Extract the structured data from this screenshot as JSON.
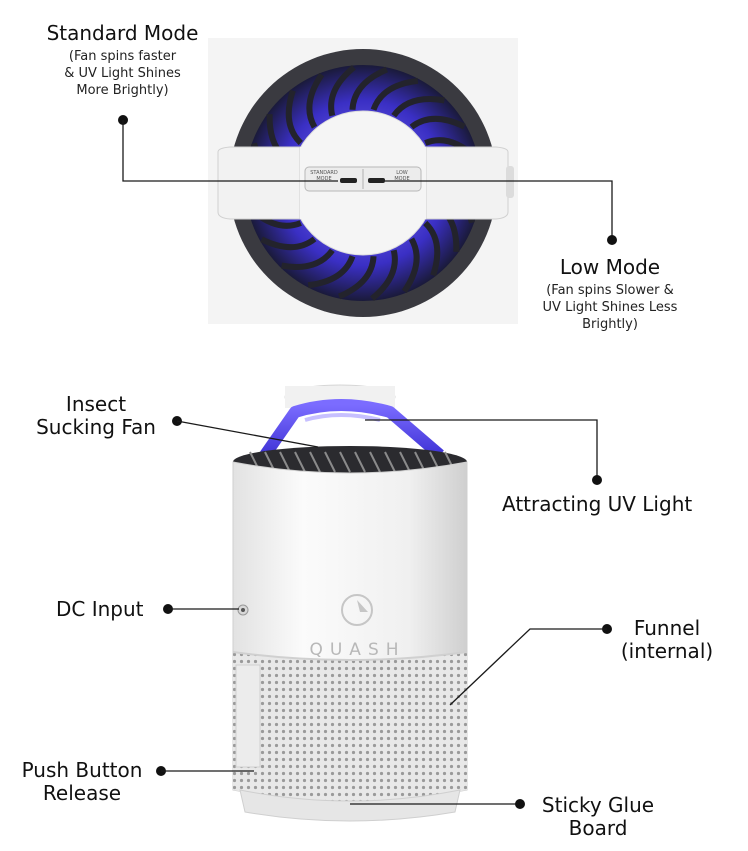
{
  "top_labels": {
    "standard_mode": {
      "title": "Standard Mode",
      "line1": "(Fan spins faster",
      "line2": "& UV Light Shines",
      "line3": "More Brightly)"
    },
    "low_mode": {
      "title": "Low Mode",
      "line1": "(Fan spins Slower &",
      "line2": "UV Light Shines Less",
      "line3": "Brightly)"
    },
    "switch_left": {
      "line1": "STANDARD",
      "line2": "MODE"
    },
    "switch_right": {
      "line1": "LOW",
      "line2": "MODE"
    }
  },
  "bottom_labels": {
    "insect_fan": {
      "line1": "Insect",
      "line2": "Sucking Fan"
    },
    "uv_light": "Attracting UV Light",
    "dc_input": "DC Input",
    "funnel": {
      "line1": "Funnel",
      "line2": "(internal)"
    },
    "push_button": {
      "line1": "Push Button",
      "line2": "Release"
    },
    "sticky_board": {
      "line1": "Sticky Glue",
      "line2": "Board"
    }
  },
  "brand": "QUASH",
  "colors": {
    "uv": "#5b4fe0",
    "body": "#f3f3f3",
    "dark": "#2b2b2f"
  }
}
